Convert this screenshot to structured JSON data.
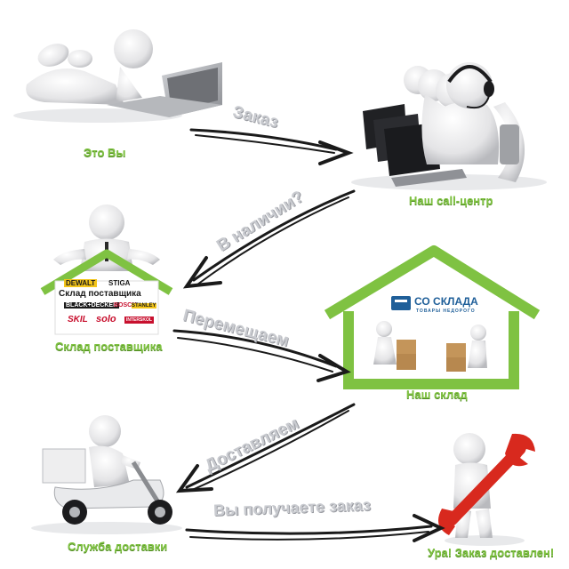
{
  "nodes": {
    "you": "Это Вы",
    "callcenter": "Наш call-центр",
    "supplier": "Склад поставщика",
    "warehouse": "Наш склад",
    "delivery": "Служба доставки",
    "delivered": "Ура! Заказ доставлен!"
  },
  "steps": {
    "order": "Заказ",
    "in_stock": "В наличии?",
    "move": "Перемещаем",
    "deliver": "Доставляем",
    "receive": "Вы получаете заказ"
  },
  "supplier_sign": {
    "title": "Склад поставщика",
    "brands": [
      "DEWALT",
      "STIGA",
      "BLACK+DECKER",
      "BOSCH",
      "STANLEY",
      "SKIL",
      "solo",
      "INTERSKOL"
    ]
  },
  "warehouse_sign": {
    "logo": "СО СКЛАДА",
    "tagline": "ТОВАРЫ НЕДОРОГО"
  },
  "colors": {
    "accent_green": "#7fc242",
    "arrow": "#1a1a1a",
    "step_text": "#c9cbd0",
    "logo_blue": "#1f5f99",
    "wrench_red": "#d8291e"
  }
}
